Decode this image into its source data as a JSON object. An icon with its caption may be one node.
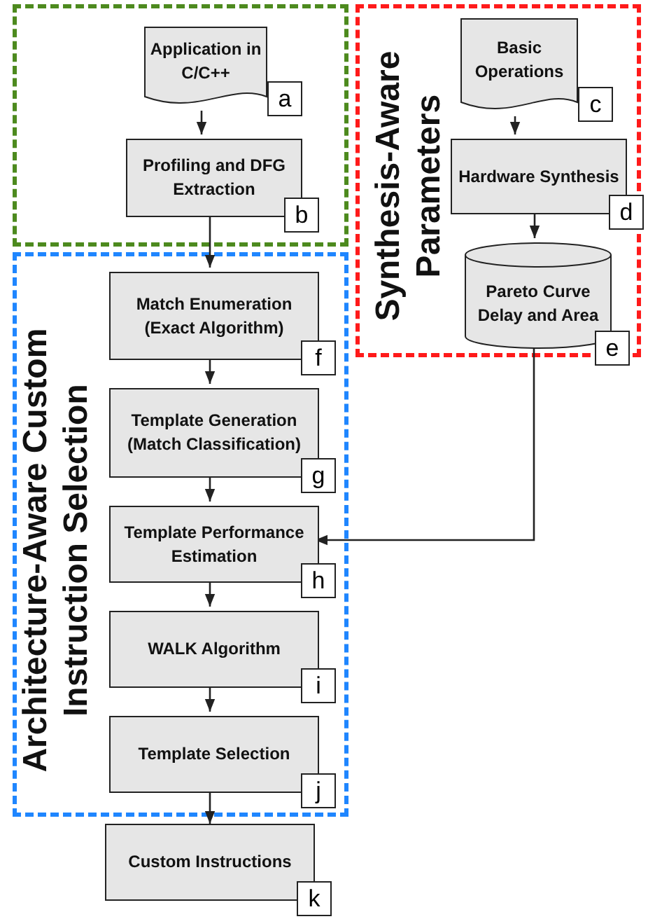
{
  "diagram": {
    "nodes": [
      {
        "text": [],
        "shape": "box"
      },
      {
        "text": [
          "Application in C/C++",
          "a"
        ],
        "in": 0
      },
      {
        "text": [
          "Profiling and DFG Extraction",
          "b"
        ],
        "in": 0
      },
      {
        "text": [
          "Synthesis-Aware Parameters"
        ]
      },
      {
        "text": [
          "Basic Operations",
          "c"
        ],
        "in": 3
      },
      {
        "text": [
          "Hardware Synthesis",
          "d"
        ],
        "in": 3
      },
      {
        "text": [
          "Pareto Curve Delay and Area",
          "e"
        ],
        "in": 3
      },
      {
        "text": [
          "Architecture-Aware Custom Instruction Selection"
        ]
      },
      {
        "text": [
          "Match Enumeration (Exact Algorithm)",
          "f"
        ],
        "in": 7
      },
      {
        "text": [
          "Template Generation (Match Classification)",
          "g"
        ],
        "in": 7
      },
      {
        "text": [
          "Template Performance Estimation",
          "h"
        ],
        "in": 7
      },
      {
        "text": [
          "WALK Algorithm",
          "i"
        ],
        "in": 7
      },
      {
        "text": [
          "Template Selection",
          "j"
        ],
        "in": 7
      },
      {
        "text": [
          "Custom Instructions",
          "k"
        ]
      }
    ],
    "edges": [
      {
        "from": 1,
        "to": 2,
        "arrow": "to"
      },
      {
        "from": 2,
        "to": 8,
        "arrow": "to"
      },
      {
        "from": 4,
        "to": 5,
        "arrow": "to"
      },
      {
        "from": 5,
        "to": 6,
        "arrow": "to"
      },
      {
        "from": 6,
        "to": 10,
        "arrow": "to"
      },
      {
        "from": 8,
        "to": 9,
        "arrow": "to"
      },
      {
        "from": 9,
        "to": 10,
        "arrow": "to"
      },
      {
        "from": 10,
        "to": 11,
        "arrow": "to"
      },
      {
        "from": 11,
        "to": 12,
        "arrow": "to"
      },
      {
        "from": 12,
        "to": 13,
        "arrow": "to"
      }
    ]
  }
}
